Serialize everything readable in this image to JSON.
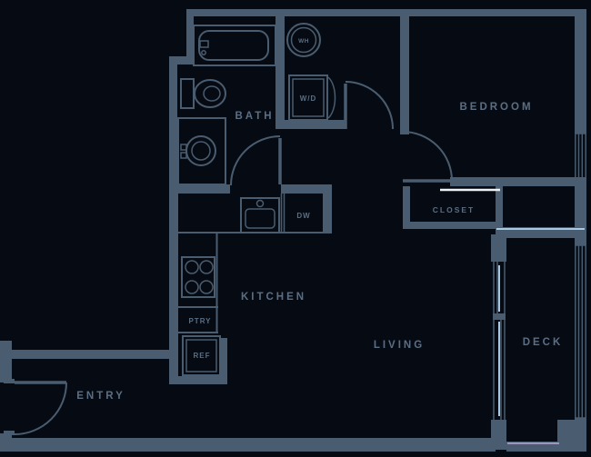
{
  "rooms": {
    "bath": {
      "label": "BATH"
    },
    "bedroom": {
      "label": "BEDROOM"
    },
    "closet": {
      "label": "CLOSET"
    },
    "kitchen": {
      "label": "KITCHEN"
    },
    "living": {
      "label": "LIVING"
    },
    "deck": {
      "label": "DECK"
    },
    "entry": {
      "label": "ENTRY"
    },
    "pantry": {
      "label": "PTRY"
    }
  },
  "appliances": {
    "washer_dryer": {
      "label": "W/D"
    },
    "water_heater": {
      "label": "WH"
    },
    "dishwasher": {
      "label": "DW"
    },
    "refrigerator": {
      "label": "REF"
    }
  },
  "colors": {
    "background": "#060b13",
    "wall": "#4a5c6f",
    "label_text": "#5b6e83",
    "closet_shelf_white": "#eef2f6",
    "glass_light_blue": "#a9c9e2",
    "deck_edge_lavender": "#9d94c2"
  }
}
